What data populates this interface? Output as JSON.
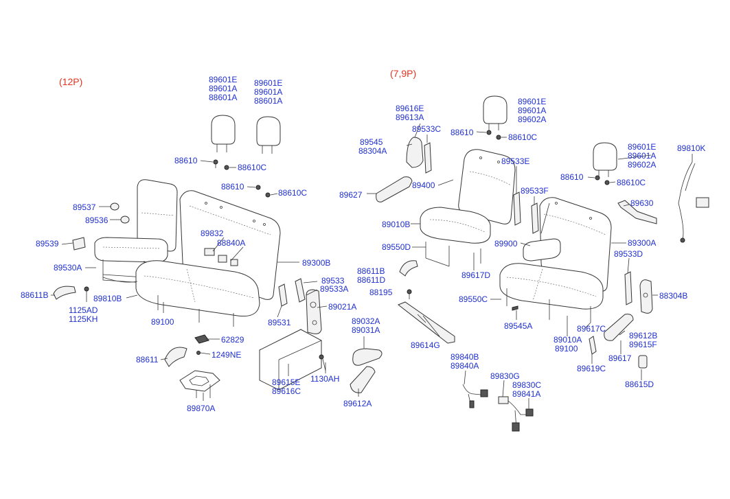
{
  "sections": {
    "left": "(12P)",
    "right": "(7,9P)"
  },
  "labels": {
    "hr1_a": "89601E",
    "hr1_b": "89601A",
    "hr1_c": "88601A",
    "hr2_a": "89601E",
    "hr2_b": "89601A",
    "hr2_c": "88601A",
    "l_88610_1": "88610",
    "l_88610c_1": "88610C",
    "l_88610_2": "88610",
    "l_88610c_2": "88610C",
    "l_89537": "89537",
    "l_89536": "89536",
    "l_89539": "89539",
    "l_89530a": "89530A",
    "l_88611b": "88611B",
    "l_1125ad": "1125AD",
    "l_1125kh": "1125KH",
    "l_89810b": "89810B",
    "l_89100": "89100",
    "l_89832": "89832",
    "l_88840a": "88840A",
    "l_89300b": "89300B",
    "l_89533": "89533",
    "l_89533a": "89533A",
    "l_89021a": "89021A",
    "l_89531": "89531",
    "l_62829": "62829",
    "l_1249ne": "1249NE",
    "l_88611": "88611",
    "l_89870a": "89870A",
    "l_89615e": "89615E",
    "l_89616c": "89616C",
    "l_1130ah": "1130AH",
    "l_89032a": "89032A",
    "l_89031a": "89031A",
    "l_89612a": "89612A",
    "r_89616e": "89616E",
    "r_89613a": "89613A",
    "r_89533c": "89533C",
    "r_89545": "89545",
    "r_88304a": "88304A",
    "r_89627": "89627",
    "r_89400": "89400",
    "r_89010b": "89010B",
    "r_89550d": "89550D",
    "r_88611b": "88611B",
    "r_88611d": "88611D",
    "r_88195": "88195",
    "r_89617d": "89617D",
    "r_89614g": "89614G",
    "r_hr_a": "89601E",
    "r_hr_b": "89601A",
    "r_hr_c": "89602A",
    "r_88610": "88610",
    "r_88610c": "88610C",
    "r_89533e": "89533E",
    "r_89533f": "89533F",
    "r_hr2_a": "89601E",
    "r_hr2_b": "89601A",
    "r_hr2_c": "89602A",
    "r_88610_2": "88610",
    "r_88610c_2": "88610C",
    "r_89810k": "89810K",
    "r_89630": "89630",
    "r_89900": "89900",
    "r_89300a": "89300A",
    "r_89533d": "89533D",
    "r_88304b": "88304B",
    "r_89550c": "89550C",
    "r_89545a": "89545A",
    "r_89617c": "89617C",
    "r_89612b": "89612B",
    "r_89615f": "89615F",
    "r_89010a": "89010A",
    "r_89100": "89100",
    "r_89617": "89617",
    "r_89619c": "89619C",
    "r_88615d": "88615D",
    "r_89840b": "89840B",
    "r_89840a": "89840A",
    "r_89830g": "89830G",
    "r_89830c": "89830C",
    "r_89841a": "89841A"
  }
}
